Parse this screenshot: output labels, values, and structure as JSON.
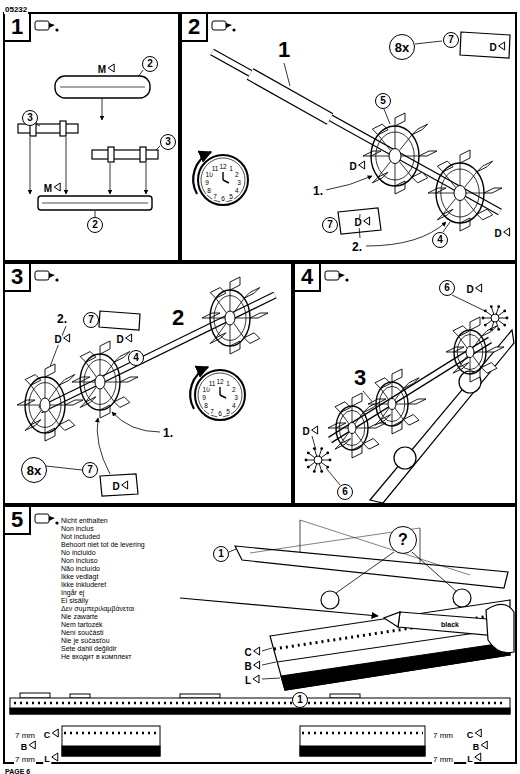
{
  "diagram": {
    "nodes": [
      {
        "text": [
          "1"
        ]
      },
      {
        "text": [
          "2"
        ],
        "in": 0
      },
      {
        "text": [
          "3"
        ],
        "in": 0
      },
      {
        "text": [
          "3"
        ],
        "in": 0
      },
      {
        "text": [
          "2"
        ],
        "in": 0
      },
      {
        "text": [
          "2"
        ]
      },
      {
        "text": [
          "8x"
        ],
        "in": 5
      },
      {
        "text": [
          "7"
        ],
        "in": 5
      },
      {
        "text": [
          "5"
        ],
        "in": 5
      },
      {
        "text": [
          "7"
        ],
        "in": 5
      },
      {
        "text": [
          "4"
        ],
        "in": 5
      },
      {
        "text": [
          "3"
        ]
      },
      {
        "text": [
          "7"
        ],
        "in": 11
      },
      {
        "text": [
          "4"
        ],
        "in": 11
      },
      {
        "text": [
          "8x"
        ],
        "in": 11
      },
      {
        "text": [
          "7"
        ],
        "in": 11
      },
      {
        "text": [
          "4"
        ]
      },
      {
        "text": [
          "6"
        ],
        "in": 16
      },
      {
        "text": [
          "6"
        ],
        "in": 16
      },
      {
        "text": [
          "5"
        ]
      },
      {
        "text": [
          "1"
        ],
        "in": 19
      },
      {
        "text": [
          "?"
        ],
        "in": 19
      },
      {
        "text": [
          "1"
        ],
        "in": 19
      }
    ],
    "labels": [
      "05232",
      "M",
      "M",
      "1",
      "1.",
      "2.",
      "D",
      "D",
      "D",
      "D",
      "12",
      "1",
      "2",
      "3",
      "4",
      "5",
      "6",
      "7",
      "8",
      "9",
      "10",
      "11",
      "2",
      "2.",
      "1.",
      "D",
      "D",
      "D",
      "12",
      "1",
      "2",
      "3",
      "4",
      "5",
      "6",
      "7",
      "8",
      "9",
      "10",
      "11",
      "3",
      "D",
      "D",
      "Nicht enthalten",
      "Non inclus",
      "Not included",
      "Behoort niet tot de levering",
      "No incluido",
      "Non incluso",
      "Não incluído",
      "Ikke vedlagt",
      "Ikke inkluderet",
      "Ingår ej",
      "Ei sisälly",
      "Δεν συμπεριλαμβάνεται",
      "Nie zawarte",
      "Nem tartozék",
      "Není součástí",
      "Nie je súčasťou",
      "Sete dahil değildir",
      "Не входит в комплект",
      "black",
      "C",
      "B",
      "L",
      "7 mm",
      "C",
      "B",
      "7 mm",
      "L",
      "7 mm",
      "C",
      "B",
      "7 mm",
      "L",
      "PAGE 6"
    ]
  }
}
